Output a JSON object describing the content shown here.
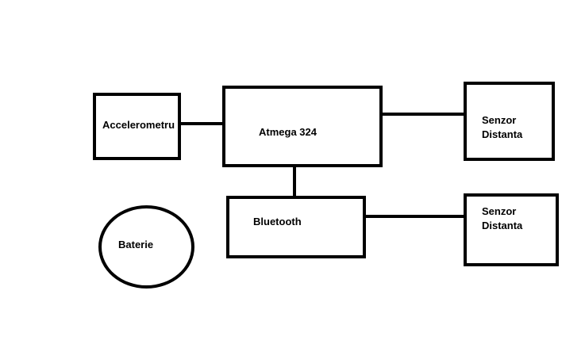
{
  "diagram": {
    "blocks": {
      "accelerometru": {
        "label": "Accelerometru"
      },
      "atmega": {
        "label": "Atmega 324"
      },
      "senzor_top": {
        "line1": "Senzor",
        "line2": "Distanta"
      },
      "bluetooth": {
        "label": "Bluetooth"
      },
      "senzor_bottom": {
        "line1": "Senzor",
        "line2": "Distanta"
      },
      "baterie": {
        "label": "Baterie"
      }
    },
    "colors": {
      "stroke": "#000000",
      "background": "#ffffff"
    }
  }
}
